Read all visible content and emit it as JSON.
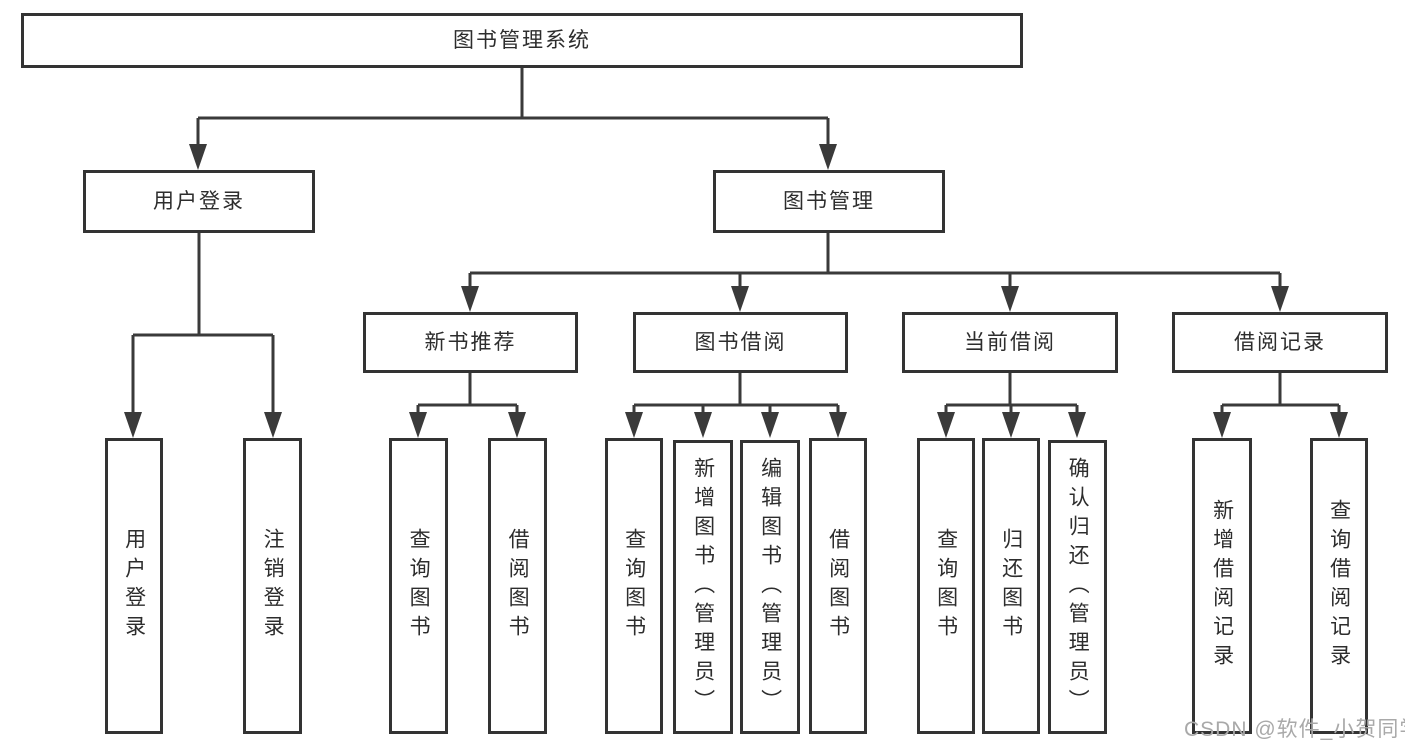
{
  "tree": {
    "root": {
      "label": "图书管理系统"
    },
    "branches": [
      {
        "label": "用户登录",
        "children": [
          {
            "label": "用户登录"
          },
          {
            "label": "注销登录"
          }
        ]
      },
      {
        "label": "图书管理",
        "children": [
          {
            "label": "新书推荐",
            "children": [
              {
                "label": "查询图书"
              },
              {
                "label": "借阅图书"
              }
            ]
          },
          {
            "label": "图书借阅",
            "children": [
              {
                "label": "查询图书"
              },
              {
                "label": "新增图书（管理员）"
              },
              {
                "label": "编辑图书（管理员）"
              },
              {
                "label": "借阅图书"
              }
            ]
          },
          {
            "label": "当前借阅",
            "children": [
              {
                "label": "查询图书"
              },
              {
                "label": "归还图书"
              },
              {
                "label": "确认归还（管理员）"
              }
            ]
          },
          {
            "label": "借阅记录",
            "children": [
              {
                "label": "新增借阅记录"
              },
              {
                "label": "查询借阅记录"
              }
            ]
          }
        ]
      }
    ]
  },
  "watermark": {
    "text": "CSDN @软件_小贺同学"
  },
  "colors": {
    "line": "#3a3a3a",
    "box_border": "#333333",
    "text": "#2d2d2d",
    "watermark": "#a9a9a9",
    "background": "#ffffff"
  }
}
